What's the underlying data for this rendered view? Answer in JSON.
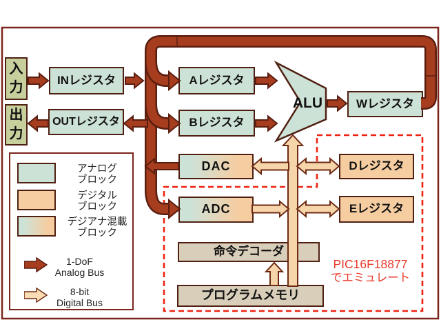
{
  "diagram": {
    "io": {
      "input": "入\n力",
      "output": "出\n力"
    },
    "blocks": {
      "in_reg": "INレジスタ",
      "out_reg": "OUTレジスタ",
      "a_reg": "Aレジスタ",
      "b_reg": "Bレジスタ",
      "alu": "ALU",
      "w_reg": "Wレジスタ",
      "dac": "DAC",
      "adc": "ADC",
      "d_reg": "Dレジスタ",
      "e_reg": "Eレジスタ",
      "decoder": "命令デコーダ",
      "program_memory": "プログラムメモリ"
    },
    "annotation": {
      "line1": "PIC16F18877",
      "line2": "でエミュレート"
    },
    "legend": {
      "items": [
        {
          "swatch": "analog",
          "label_line1": "アナログ",
          "label_line2": "ブロック"
        },
        {
          "swatch": "digital",
          "label_line1": "デジタル",
          "label_line2": "ブロック"
        },
        {
          "swatch": "mixed",
          "label_line1": "デジアナ混載",
          "label_line2": "ブロック"
        }
      ],
      "buses": [
        {
          "type": "analog",
          "label_line1": "1-DoF",
          "label_line2": "Analog Bus"
        },
        {
          "type": "digital",
          "label_line1": "8-bit",
          "label_line2": "Digital Bus"
        }
      ]
    },
    "colors": {
      "analog_block_fill": "#cde2d7",
      "digital_block_fill": "#f5cda1",
      "memory_block_fill": "#d8ceba",
      "io_block_fill": "#c7cf9d",
      "analog_bus_fill": "#a63d1e",
      "analog_bus_outline": "#5a1e10",
      "digital_bus_fill": "#f7d5aa",
      "digital_bus_outline": "#6e2a14",
      "emulated_region_dash": "#ee2211",
      "annotation_red": "#e8392b"
    }
  }
}
